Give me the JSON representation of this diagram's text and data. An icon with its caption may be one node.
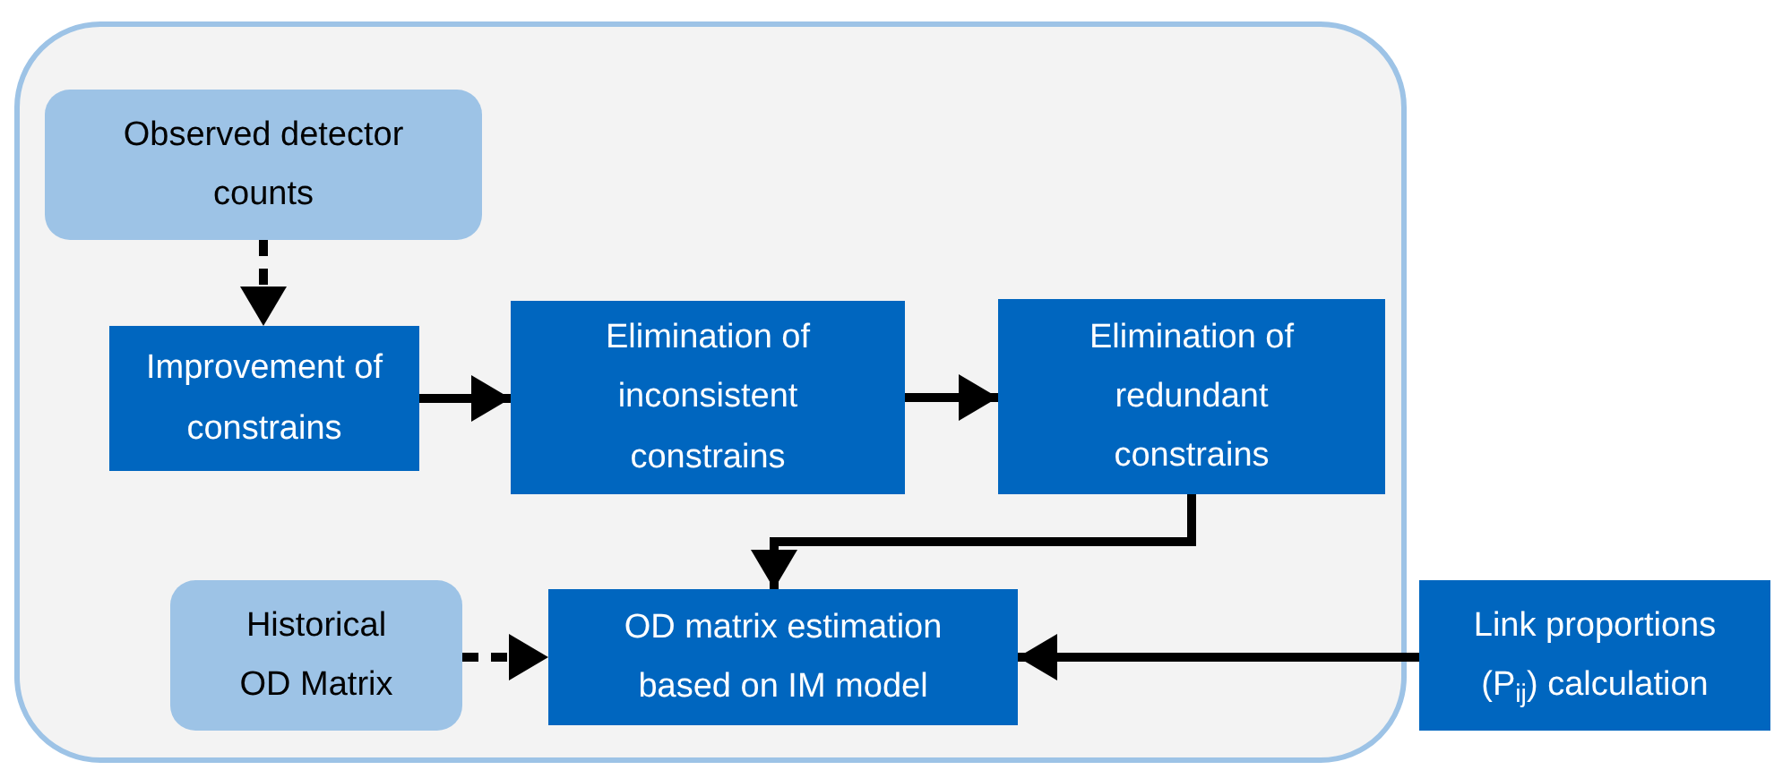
{
  "diagram": {
    "nodes": [
      {
        "text": [],
        "shape": "box"
      },
      {
        "text": [
          "Observed detector counts"
        ],
        "in": 0
      },
      {
        "text": [
          "Improvement of constrains"
        ],
        "in": 0
      },
      {
        "text": [
          "Elimination of inconsistent constrains"
        ],
        "in": 0
      },
      {
        "text": [
          "Elimination of redundant constrains"
        ],
        "in": 0
      },
      {
        "text": [
          "Historical OD Matrix"
        ],
        "in": 0
      },
      {
        "text": [
          "OD matrix estimation based on IM model"
        ],
        "in": 0
      },
      {
        "text": [
          "Link proportions (P$_{ij}$) calculation"
        ]
      }
    ],
    "edges": [
      {
        "from": 1,
        "to": 2,
        "arrow": "to",
        "style": "dashed"
      },
      {
        "from": 2,
        "to": 3,
        "arrow": "to"
      },
      {
        "from": 3,
        "to": 4,
        "arrow": "to"
      },
      {
        "from": 4,
        "to": 6,
        "arrow": "to"
      },
      {
        "from": 5,
        "to": 6,
        "arrow": "to",
        "style": "dashed"
      },
      {
        "from": 7,
        "to": 6,
        "arrow": "to"
      }
    ]
  }
}
